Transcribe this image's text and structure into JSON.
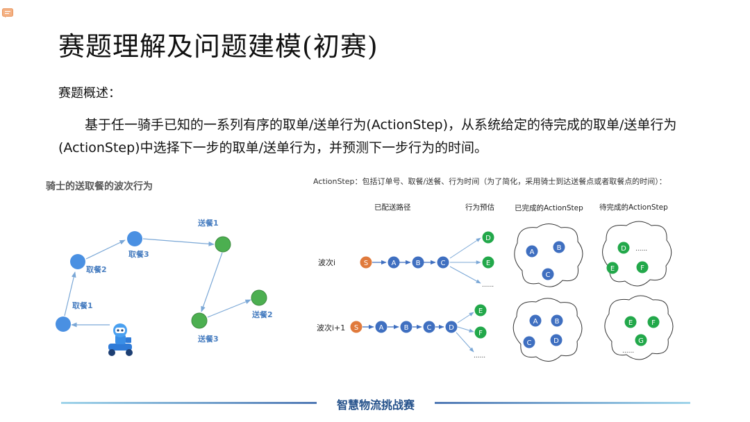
{
  "slide": {
    "title": "赛题理解及问题建模(初赛)",
    "subhead": "赛题概述：",
    "paragraph": "基于任一骑手已知的一系列有序的取单/送单行为(ActionStep)，从系统给定的待完成的取单/送单行为(ActionStep)中选择下一步的取单/送单行为，并预测下一步行为的时间。",
    "footer": "智慧物流挑战赛"
  },
  "left_diagram": {
    "heading": "骑士的送取餐的波次行为",
    "labels": {
      "pickup1": "取餐1",
      "pickup2": "取餐2",
      "pickup3": "取餐3",
      "deliver1": "送餐1",
      "deliver2": "送餐2",
      "deliver3": "送餐3"
    },
    "colors": {
      "pickup": "#4a90e2",
      "deliver": "#4caf50",
      "arrow": "#7aa7d6"
    },
    "icons": [
      "rider-scooter-icon"
    ]
  },
  "right_diagram": {
    "caption": "ActionStep：包括订单号、取餐/送餐、行为时间（为了简化，采用骑士到达送餐点或者取餐点的时间）：",
    "col_headers": {
      "route": "已配送路径",
      "estimate": "行为预估",
      "completed": "已完成的ActionStep",
      "pending": "待完成的ActionStep"
    },
    "rows": [
      {
        "label": "波次i",
        "path": [
          "S",
          "A",
          "B",
          "C"
        ],
        "predictions": [
          "D",
          "E",
          "......"
        ],
        "completed": [
          "A",
          "B",
          "C"
        ],
        "pending": [
          "D",
          "......",
          "E",
          "F"
        ]
      },
      {
        "label": "波次i+1",
        "path": [
          "S",
          "A",
          "B",
          "C",
          "D"
        ],
        "predictions": [
          "E",
          "F",
          "......"
        ],
        "completed": [
          "A",
          "B",
          "C",
          "D"
        ],
        "pending": [
          "E",
          "F",
          "G",
          "......"
        ]
      }
    ],
    "colors": {
      "start": "#e07a3c",
      "path": "#3f6fc0",
      "predict": "#22a84a"
    }
  }
}
